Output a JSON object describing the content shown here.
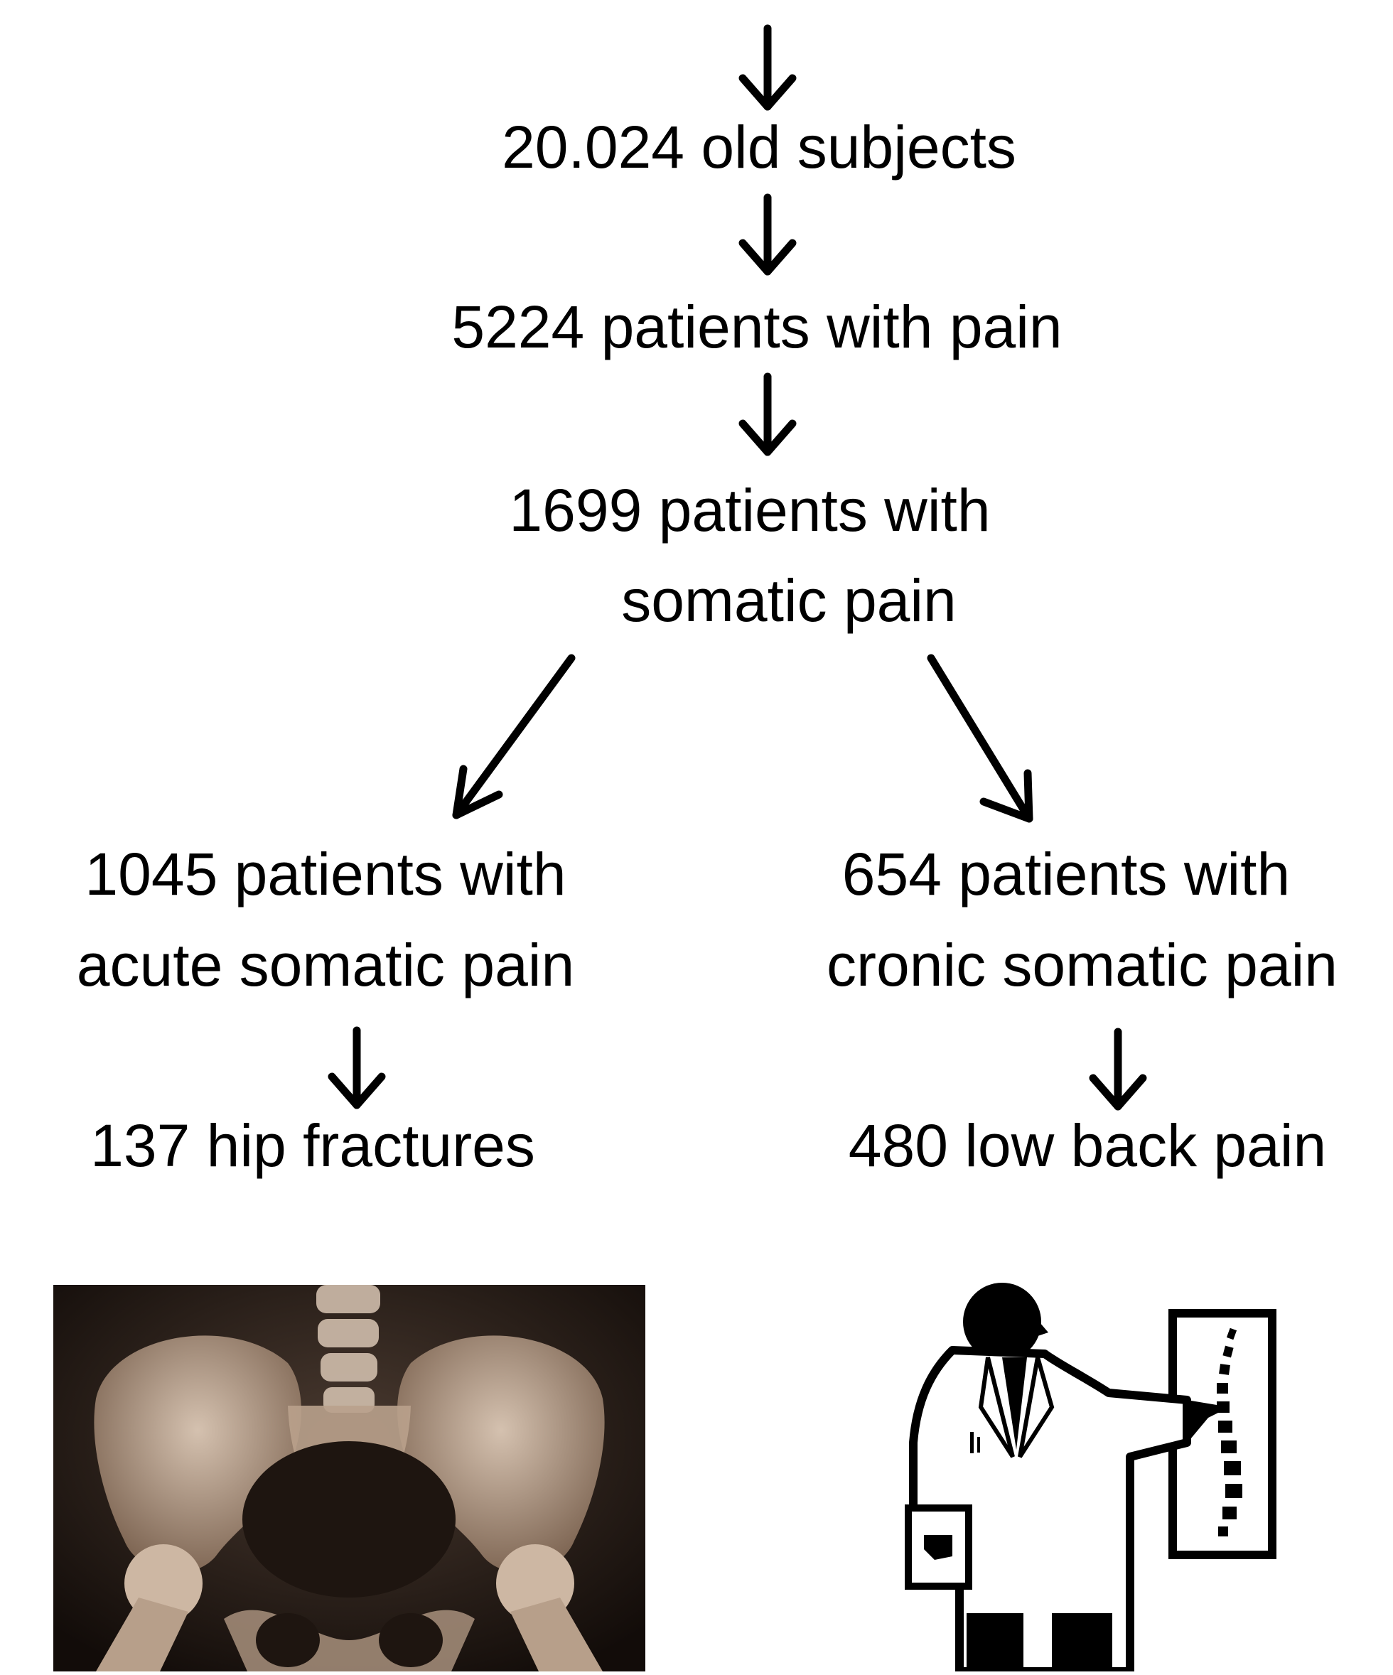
{
  "flow": {
    "step1": "20.024 old subjects",
    "step2": "5224 patients with pain",
    "step3_line1": "1699 patients with",
    "step3_line2": "somatic pain",
    "left_line1": "1045 patients with",
    "left_line2": "acute somatic pain",
    "left_result": "137 hip fractures",
    "right_line1": "654 patients with",
    "right_line2": "cronic somatic pain",
    "right_result": "480 low back pain"
  },
  "images": {
    "left": "pelvis-xray",
    "right": "doctor-spine-chart-icon"
  },
  "colors": {
    "text": "#000000",
    "xray_dark": "#1a1310",
    "xray_bone": "#d8c3b0"
  }
}
